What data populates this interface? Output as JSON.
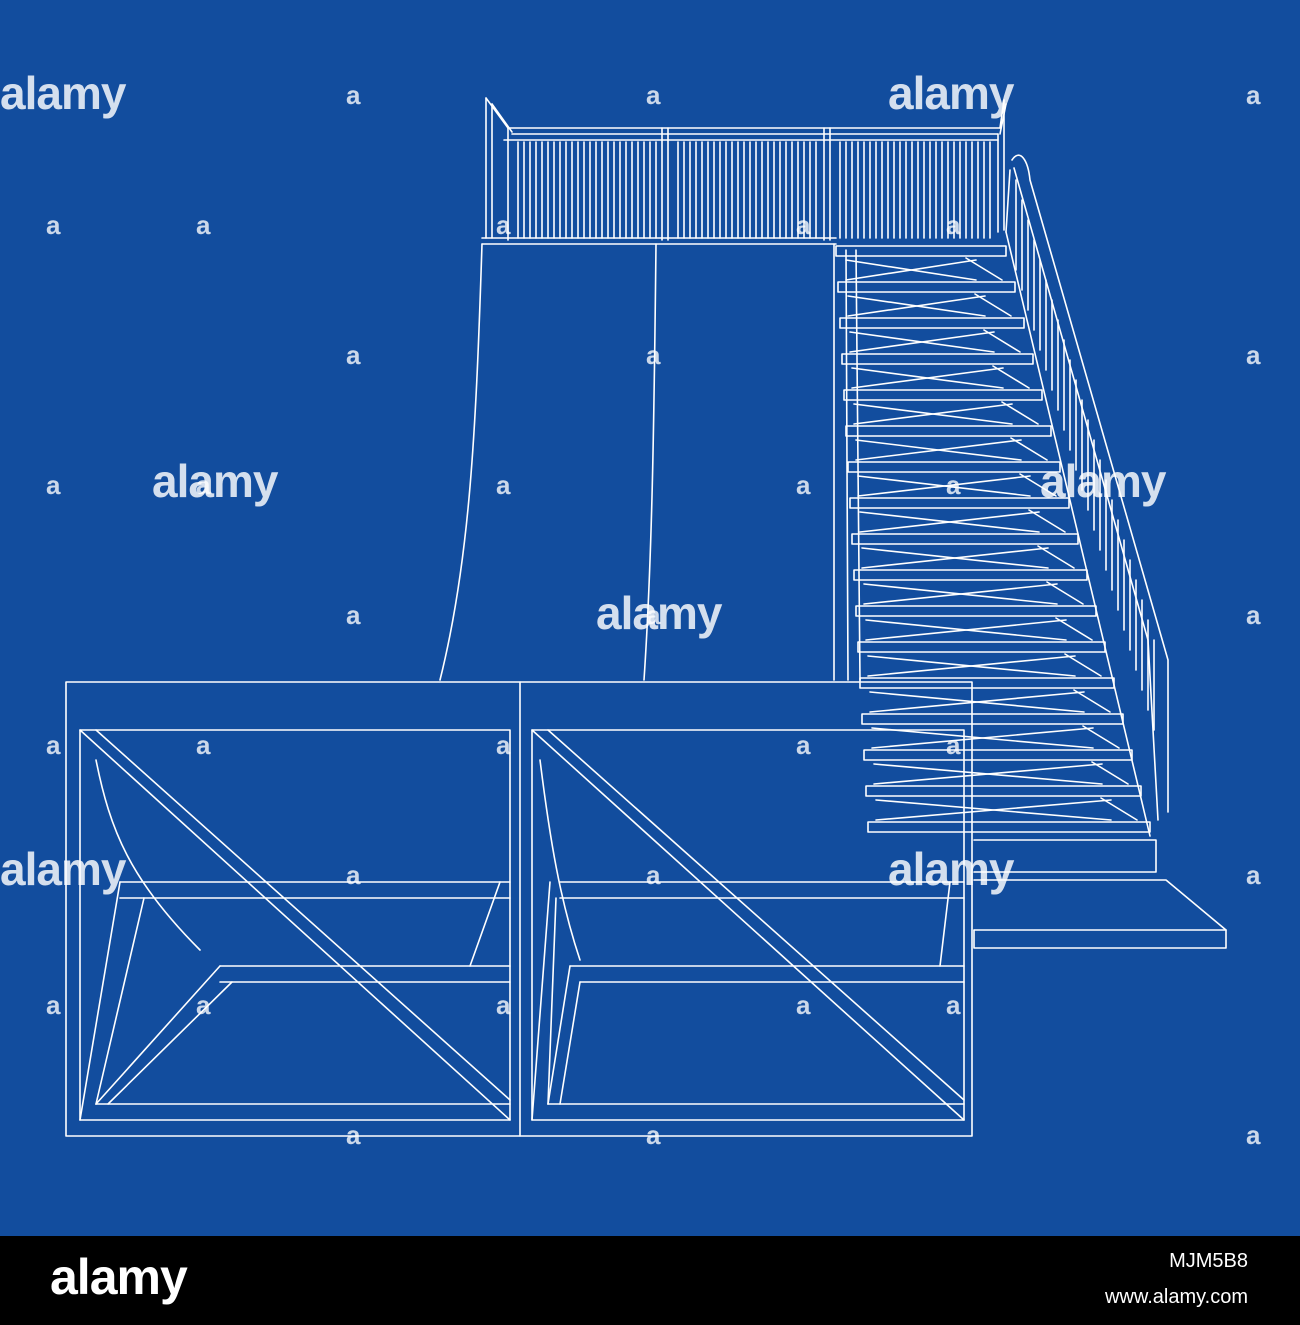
{
  "colors": {
    "blueprint_background": "#124d9e",
    "line": "#ffffff",
    "footer_background": "#000000"
  },
  "watermark": {
    "logo_text": "alamy",
    "mark_text": "a"
  },
  "footer": {
    "logo_text": "alamy",
    "image_id": "MJM5B8",
    "site": "www.alamy.com"
  }
}
